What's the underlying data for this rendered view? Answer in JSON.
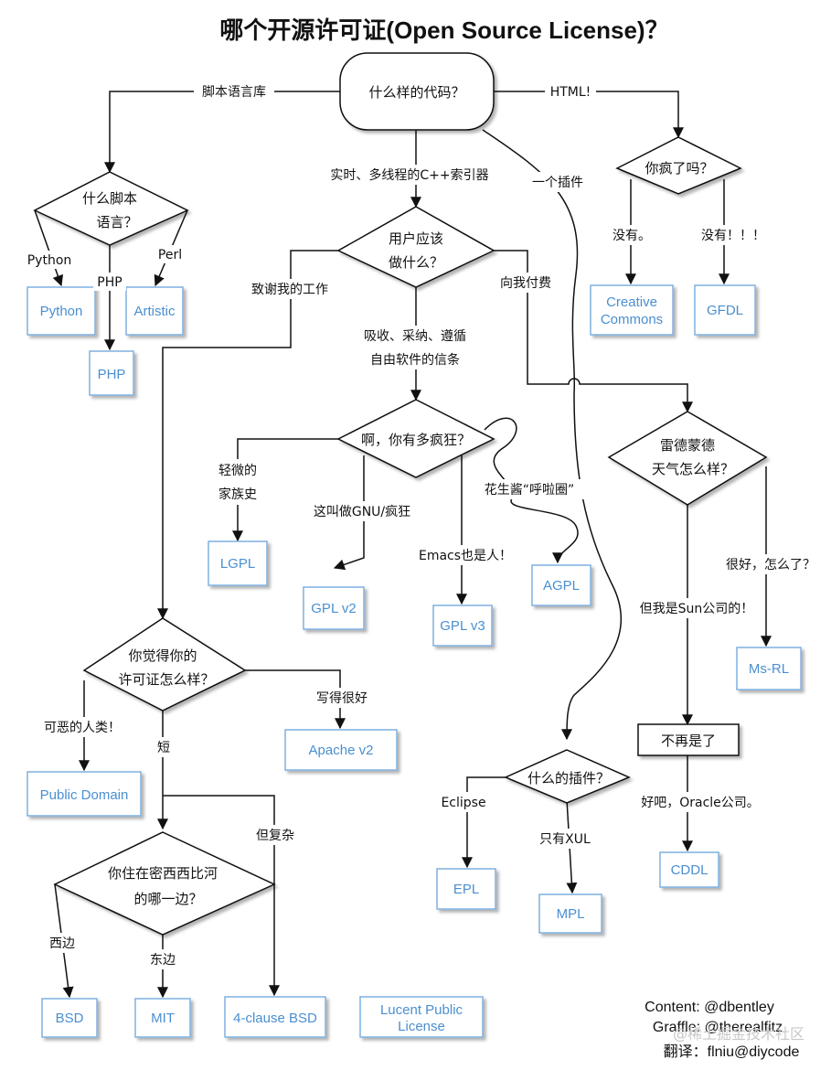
{
  "title": "哪个开源许可证(Open Source License)？",
  "nodes": {
    "start": "什么样的代码？",
    "script_lang": [
      "什么脚本",
      "语言？"
    ],
    "crazy": "你疯了吗？",
    "user_do": [
      "用户应该",
      "做什么？"
    ],
    "how_crazy": "啊，你有多疯狂？",
    "redmond": [
      "雷德蒙德",
      "天气怎么样？"
    ],
    "license_feel": [
      "你觉得你的",
      "许可证怎么样？"
    ],
    "plugin": "什么的插件？",
    "mississippi": [
      "你住在密西西比河",
      "的哪一边？"
    ],
    "no_longer": "不再是了"
  },
  "licenses": {
    "python": "Python",
    "php": "PHP",
    "artistic": "Artistic",
    "creative_commons": [
      "Creative",
      "Commons"
    ],
    "gfdl": "GFDL",
    "lgpl": "LGPL",
    "gplv2": "GPL v2",
    "gplv3": "GPL v3",
    "agpl": "AGPL",
    "msrl": "Ms-RL",
    "public_domain": "Public Domain",
    "apache": "Apache v2",
    "epl": "EPL",
    "mpl": "MPL",
    "cddl": "CDDL",
    "bsd": "BSD",
    "mit": "MIT",
    "bsd4": "4-clause BSD",
    "lucent": [
      "Lucent Public",
      "License"
    ]
  },
  "edges": {
    "script_lib": "脚本语言库",
    "html": "HTML!",
    "realtime": "实时、多线程的C++索引器",
    "a_plugin": "一个插件",
    "python": "Python",
    "php": "PHP",
    "perl": "Perl",
    "no": "没有。",
    "no_excl": "没有！！！",
    "thank": "致谢我的工作",
    "pay": "向我付费",
    "absorb": [
      "吸收、采纳、遵循",
      "自由软件的信条"
    ],
    "slight": [
      "轻微的",
      "家族史"
    ],
    "gnu": "这叫做GNU/疯狂",
    "emacs": "Emacs也是人！",
    "peanut": "花生酱“呼啦圈”",
    "fine": "很好，怎么了？",
    "sun": "但我是Sun公司的！",
    "oracle": "好吧，Oracle公司。",
    "nasty": "可恶的人类！",
    "short": "短",
    "well_written": "写得很好",
    "complex": "但复杂",
    "eclipse": "Eclipse",
    "xul": "只有XUL",
    "west": "西边",
    "east": "东边"
  },
  "credits": {
    "content": "Content: @dbentley",
    "graffle": "Graffle: @therealfitz",
    "translate": "翻译：flniu@diycode",
    "watermark": "@稀土掘金技术社区"
  }
}
